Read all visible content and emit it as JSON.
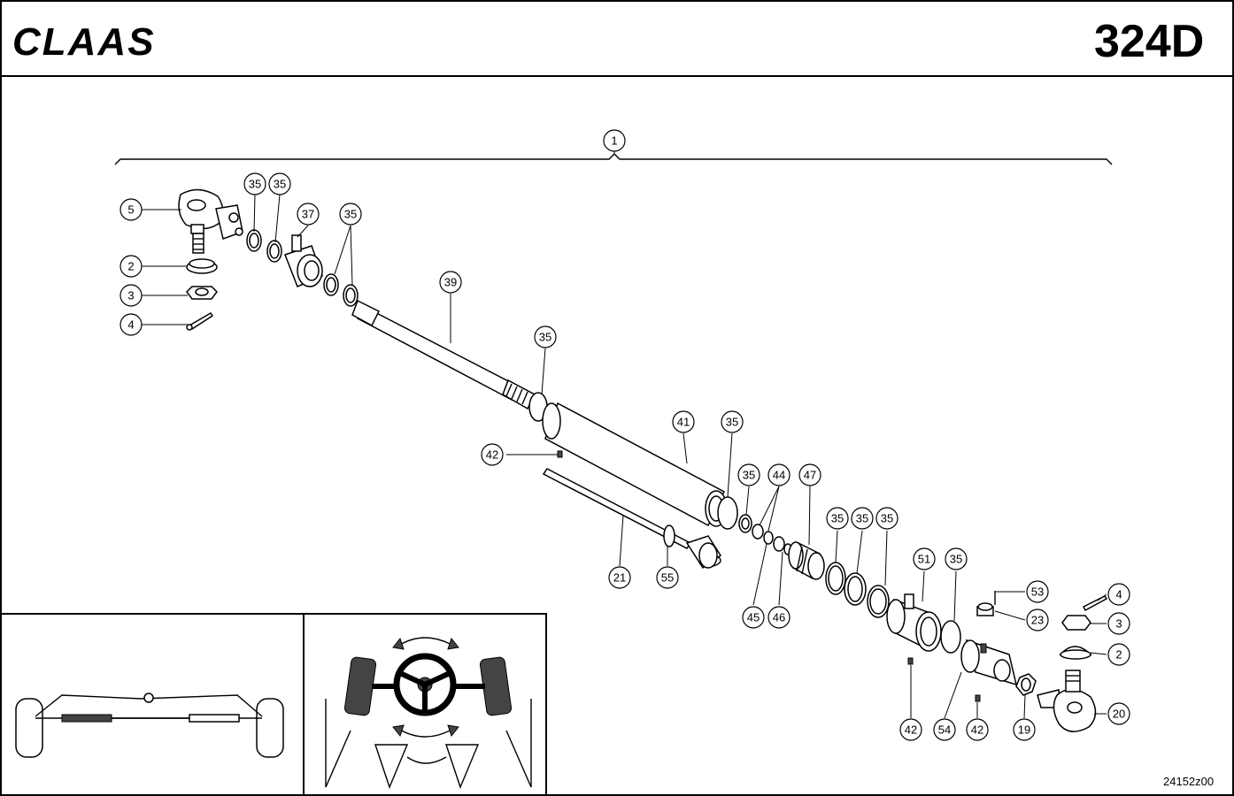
{
  "header": {
    "brand": "CLAAS",
    "page_number": "324D"
  },
  "footer": {
    "drawing_ref": "24152z00"
  },
  "callouts": [
    "1",
    "5",
    "2",
    "3",
    "4",
    "35",
    "35",
    "37",
    "35",
    "39",
    "35",
    "41",
    "35",
    "42",
    "21",
    "55",
    "35",
    "44",
    "47",
    "45",
    "46",
    "35",
    "35",
    "35",
    "51",
    "35",
    "53",
    "23",
    "4",
    "3",
    "2",
    "20",
    "19",
    "42",
    "54",
    "42"
  ]
}
